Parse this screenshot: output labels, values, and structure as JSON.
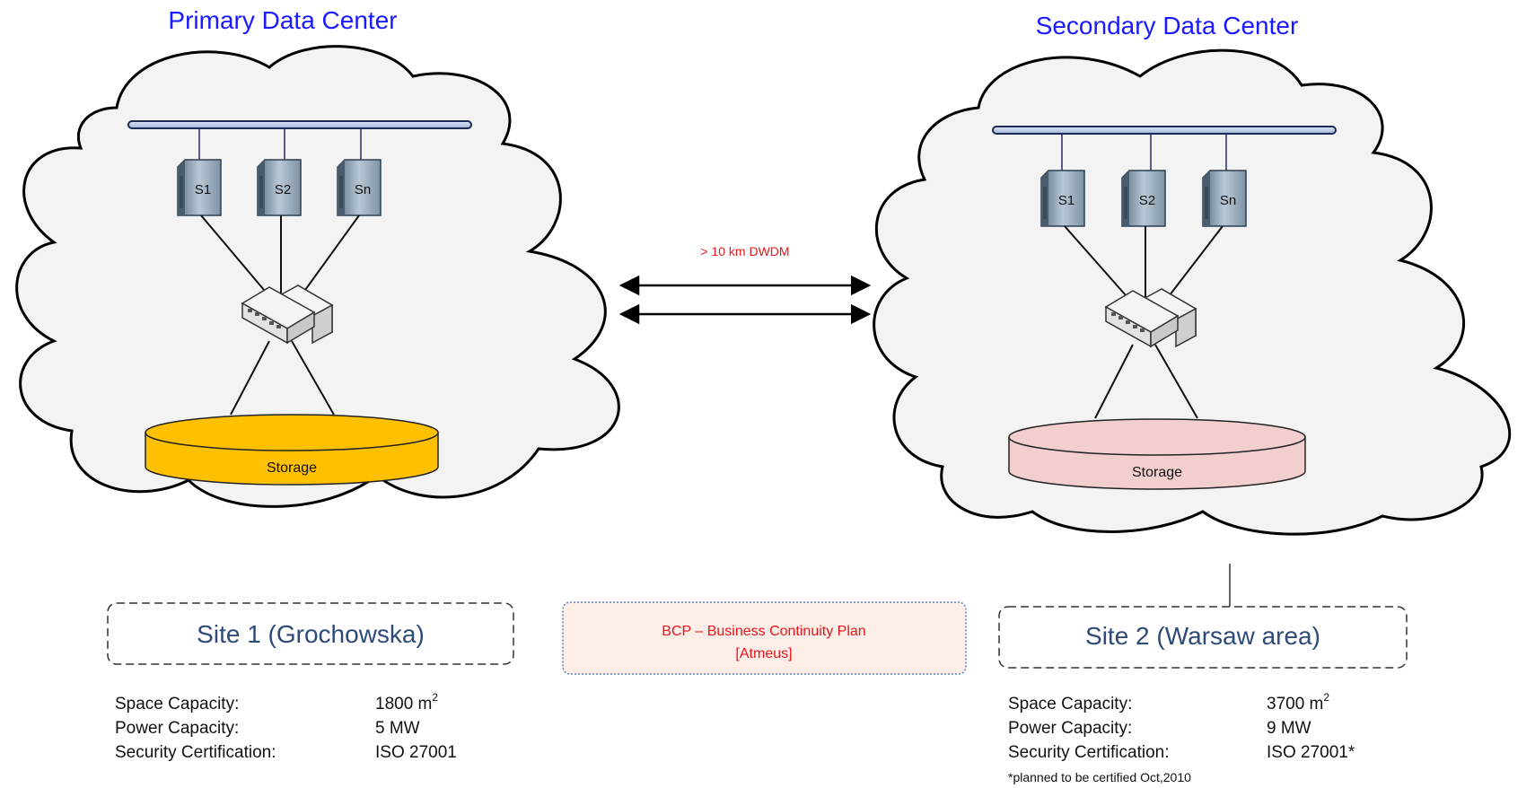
{
  "link": {
    "label": "> 10 km DWDM"
  },
  "bcp": {
    "line1": "BCP – Business Continuity Plan",
    "line2": "[Atmeus]"
  },
  "primary": {
    "title": "Primary Data Center",
    "servers": [
      "S1",
      "S2",
      "Sn"
    ],
    "storage_label": "Storage",
    "storage_color": "#ffc000",
    "site_title": "Site 1 (Grochowska)",
    "specs": [
      {
        "label": "Space Capacity:",
        "value": "1800 m",
        "sup": "2"
      },
      {
        "label": "Power Capacity:",
        "value": "5 MW",
        "sup": ""
      },
      {
        "label": "Security Certification:",
        "value": "ISO 27001",
        "sup": ""
      }
    ]
  },
  "secondary": {
    "title": "Secondary Data Center",
    "servers": [
      "S1",
      "S2",
      "Sn"
    ],
    "storage_label": "Storage",
    "storage_color": "#f2cece",
    "site_title": "Site 2 (Warsaw area)",
    "specs": [
      {
        "label": "Space Capacity:",
        "value": "3700 m",
        "sup": "2"
      },
      {
        "label": "Power Capacity:",
        "value": "9 MW",
        "sup": ""
      },
      {
        "label": "Security Certification:",
        "value": "ISO 27001*",
        "sup": ""
      }
    ],
    "note": "*planned to be certified Oct,2010"
  }
}
